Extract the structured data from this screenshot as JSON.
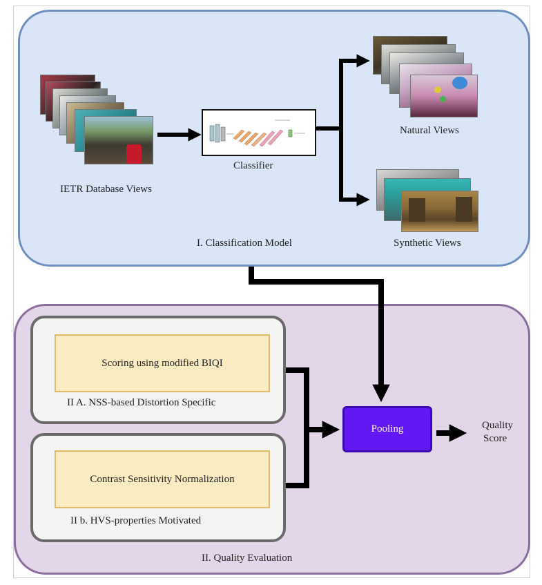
{
  "title": "",
  "panels": {
    "classification": {
      "caption": "I. Classification Model",
      "input_label": "IETR Database Views",
      "classifier_label": "Classifier",
      "natural_label": "Natural Views",
      "synthetic_label": "Synthetic Views"
    },
    "quality": {
      "caption": "II. Quality Evaluation",
      "branch_a": {
        "box_text": "Scoring using modified BIQI",
        "caption": "II A. NSS-based Distortion Specific"
      },
      "branch_b": {
        "box_text": "Contrast Sensitivity Normalization",
        "caption": "II b. HVS-properties Motivated"
      },
      "pooling_label": "Pooling",
      "output_label_line1": "Quality",
      "output_label_line2": "Score"
    }
  },
  "colors": {
    "classification_panel": "#dae6f8",
    "quality_panel": "#e3d6e8",
    "pooling_box": "#6218f2",
    "method_box": "#fbebc2",
    "arrow": "#000000"
  }
}
